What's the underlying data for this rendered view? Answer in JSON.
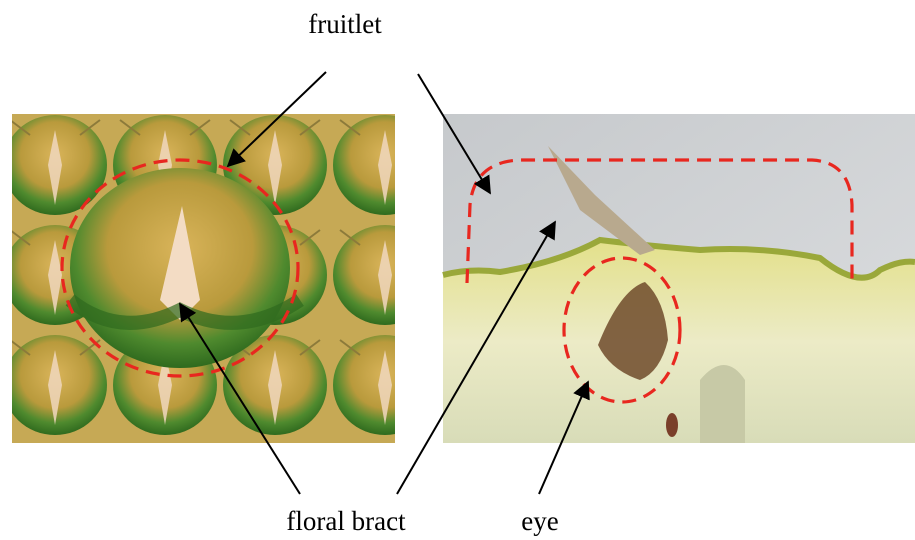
{
  "labels": {
    "fruitlet": "fruitlet",
    "floral_bract": "floral bract",
    "eye": "eye"
  },
  "colors": {
    "annotation_dash": "#e8271f",
    "arrow": "#000000",
    "background": "#ffffff"
  },
  "panels": {
    "left_photo": "pineapple-exterior-photo",
    "right_photo": "pineapple-cross-section-photo"
  }
}
